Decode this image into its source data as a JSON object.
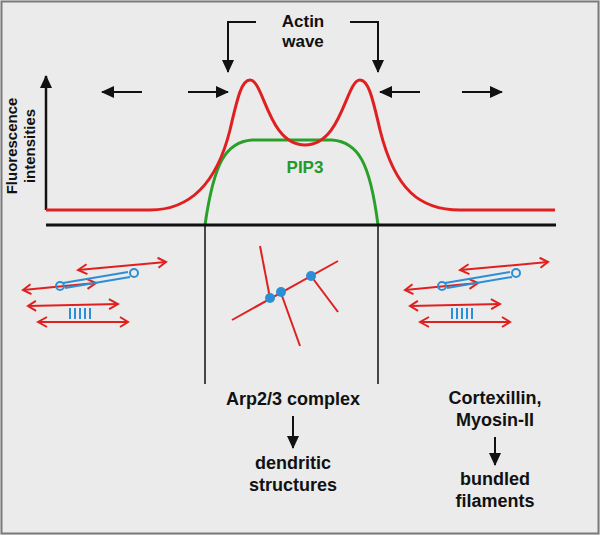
{
  "diagram": {
    "labels": [
      "Fluorescence intensities",
      "Actin wave",
      "PIP3",
      "Arp2/3 complex",
      "dendritic structures",
      "Cortexillin, Myosin-II",
      "bundled filaments"
    ]
  }
}
